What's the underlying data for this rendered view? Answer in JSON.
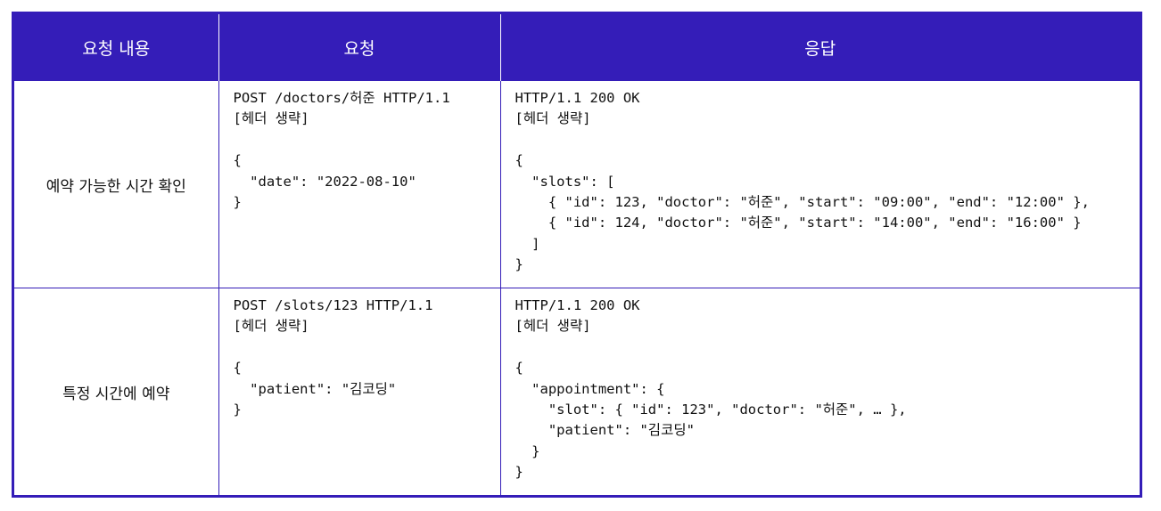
{
  "table": {
    "headers": [
      "요청 내용",
      "요청",
      "응답"
    ],
    "rows": [
      {
        "label": "예약 가능한 시간 확인",
        "request": "POST /doctors/허준 HTTP/1.1\n[헤더 생략]\n\n{\n  \"date\": \"2022-08-10\"\n}",
        "response": "HTTP/1.1 200 OK\n[헤더 생략]\n\n{\n  \"slots\": [\n    { \"id\": 123, \"doctor\": \"허준\", \"start\": \"09:00\", \"end\": \"12:00\" },\n    { \"id\": 124, \"doctor\": \"허준\", \"start\": \"14:00\", \"end\": \"16:00\" }\n  ]\n}"
      },
      {
        "label": "특정 시간에 예약",
        "request": "POST /slots/123 HTTP/1.1\n[헤더 생략]\n\n{\n  \"patient\": \"김코딩\"\n}",
        "response": "HTTP/1.1 200 OK\n[헤더 생략]\n\n{\n  \"appointment\": {\n    \"slot\": { \"id\": 123\", \"doctor\": \"허준\", … },\n    \"patient\": \"김코딩\"\n  }\n}"
      }
    ]
  },
  "colors": {
    "header_bg": "#341db8",
    "header_text": "#ffffff",
    "border": "#341db8",
    "body_text": "#111111"
  }
}
